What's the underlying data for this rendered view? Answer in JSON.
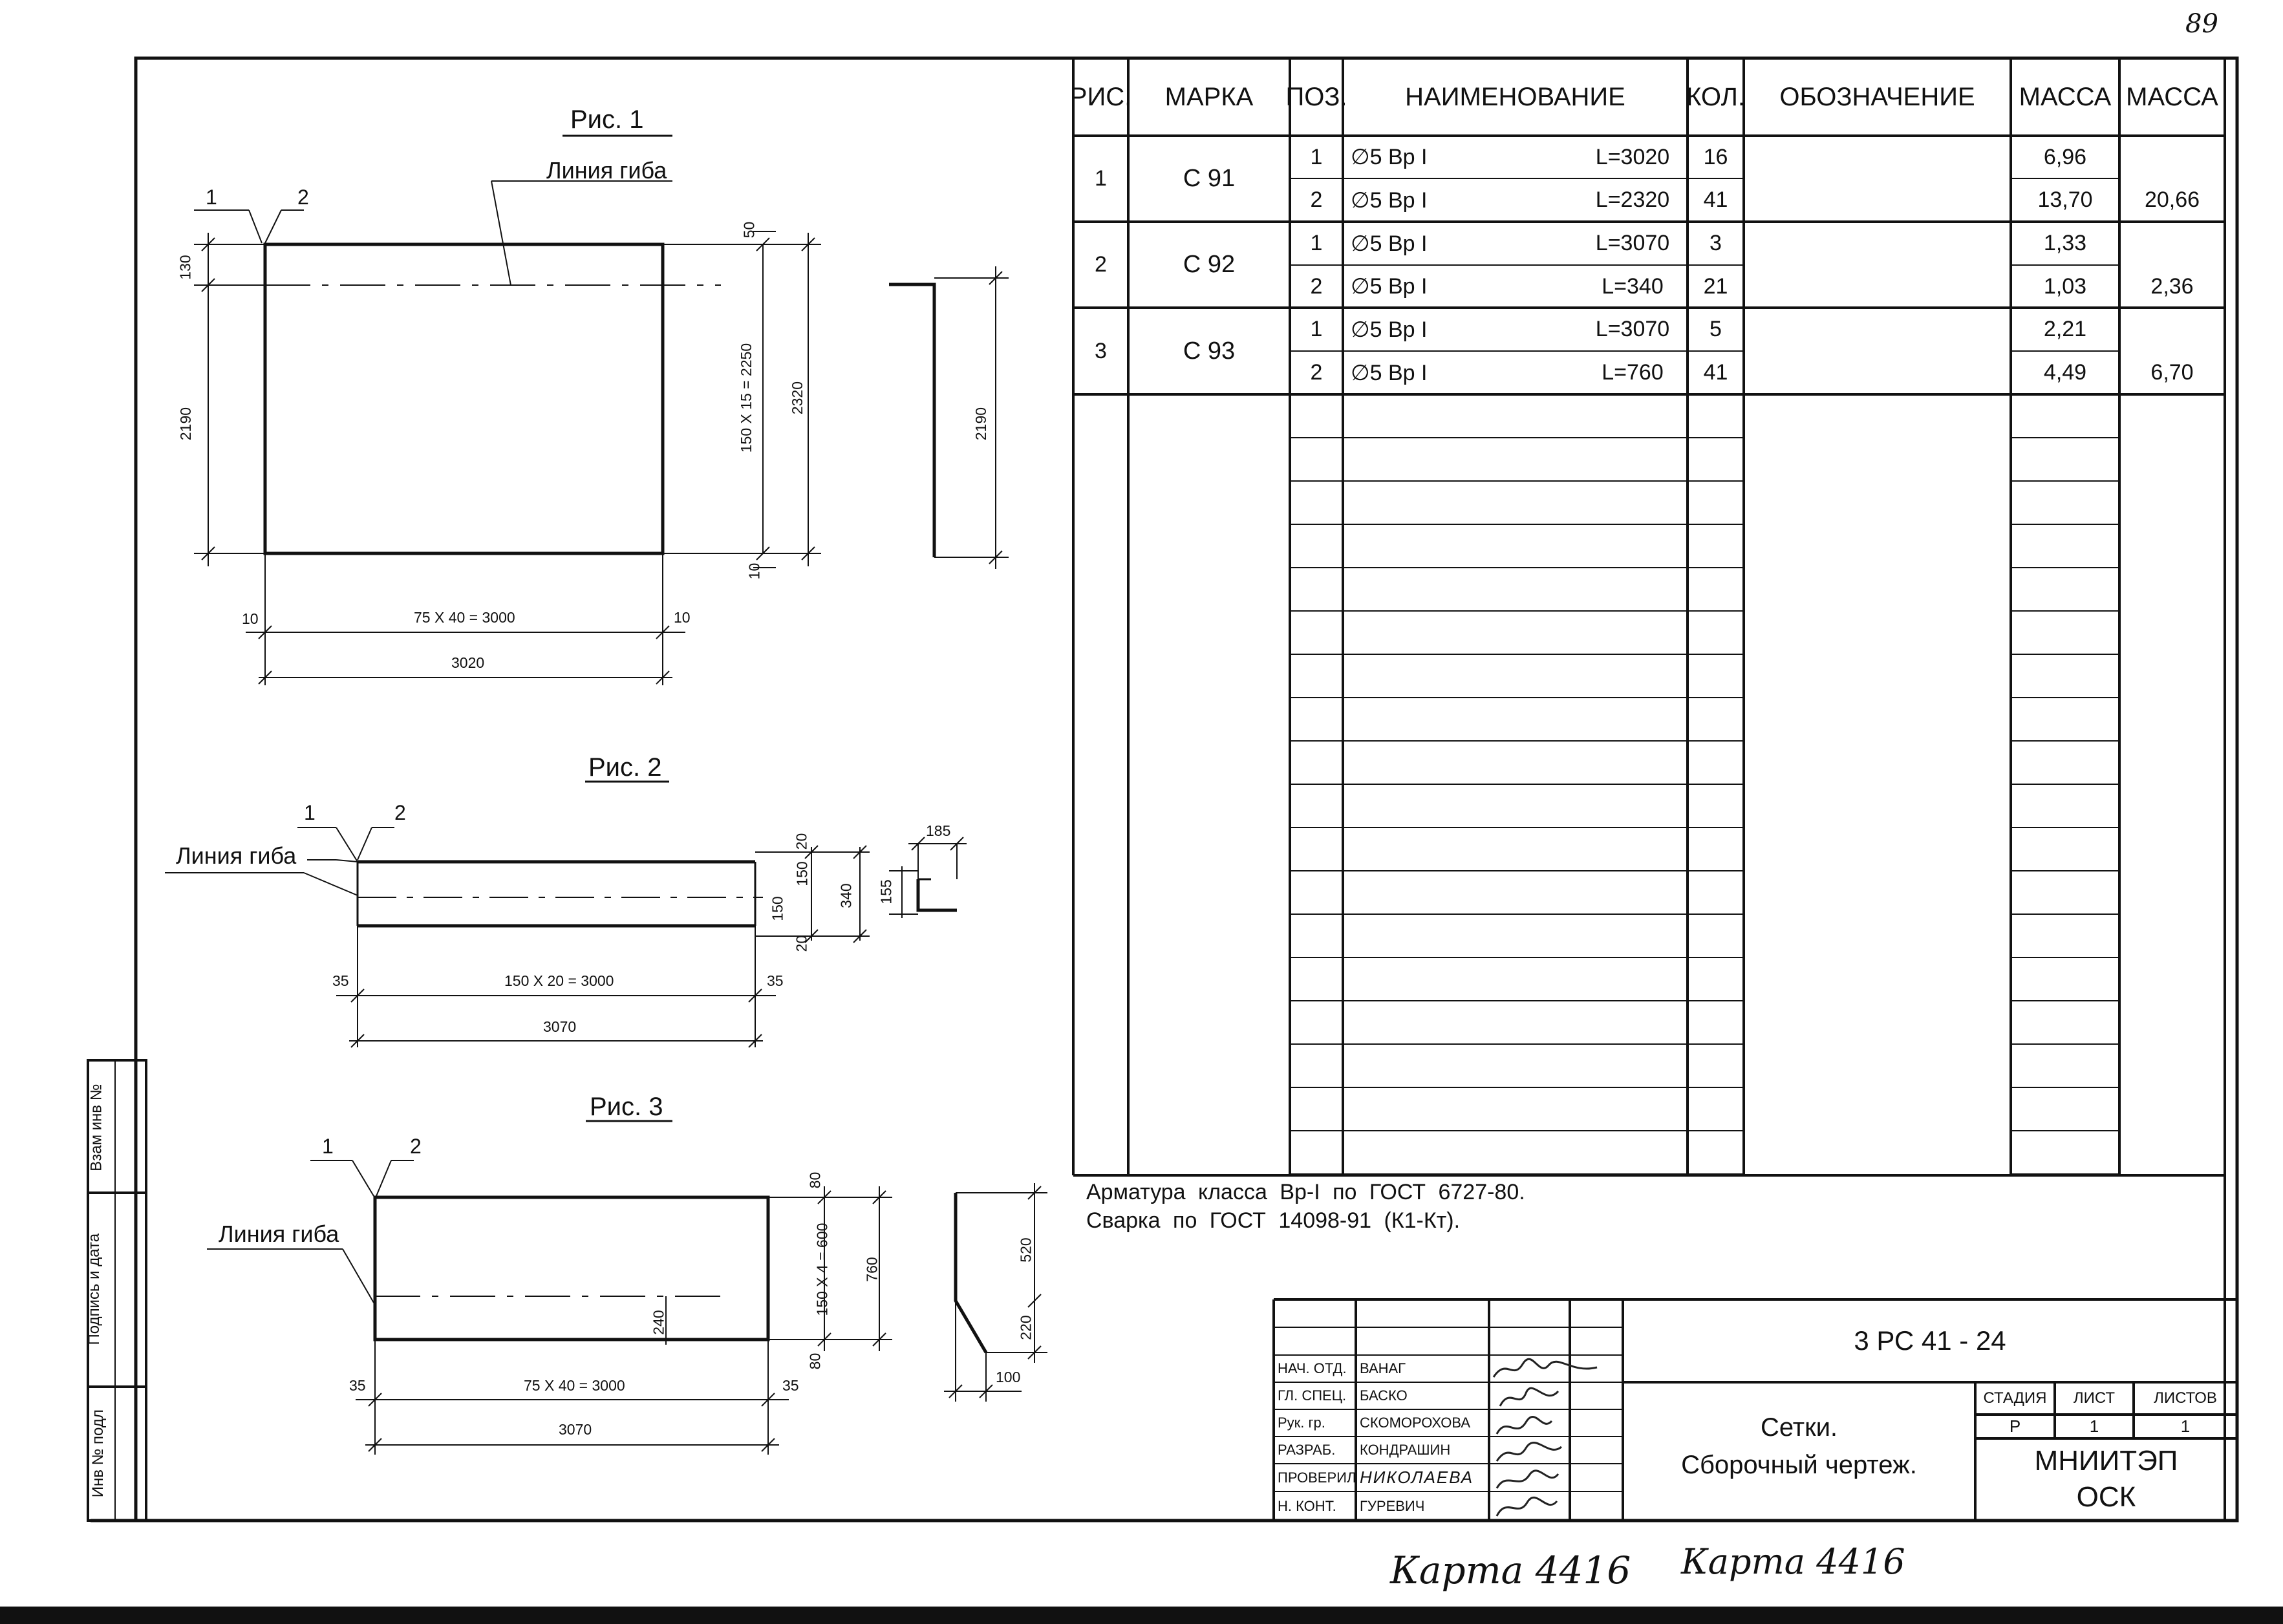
{
  "page_number": "89",
  "figures": {
    "fig1": {
      "title": "Рис. 1",
      "bend_label": "Линия гиба",
      "pos1": "1",
      "pos2": "2",
      "dims": {
        "d130": "130",
        "d2190_left": "2190",
        "d50": "50",
        "d_mesh_v": "150 X 15 = 2250",
        "d2320": "2320",
        "d10_v": "10",
        "d10_left": "10",
        "d_mesh_h": "75 X 40 = 3000",
        "d10_right": "10",
        "d3020": "3020",
        "d2190_side": "2190"
      }
    },
    "fig2": {
      "title": "Рис. 2",
      "bend_label": "Линия гиба",
      "pos1": "1",
      "pos2": "2",
      "dims": {
        "d20_top": "20",
        "d150_a": "150",
        "d150_b": "150",
        "d20_bot": "20",
        "d340": "340",
        "d155": "155",
        "d185": "185",
        "d35_left": "35",
        "d_mesh_h": "150 X 20 = 3000",
        "d35_right": "35",
        "d3070": "3070"
      }
    },
    "fig3": {
      "title": "Рис. 3",
      "bend_label": "Линия гиба",
      "pos1": "1",
      "pos2": "2",
      "dims": {
        "d80_top": "80",
        "d_mesh_v": "150 X 4 = 600",
        "d80_bot": "80",
        "d760": "760",
        "d240": "240",
        "d520": "520",
        "d220": "220",
        "d100": "100",
        "d35_left": "35",
        "d_mesh_h": "75 X 40 = 3000",
        "d35_right": "35",
        "d3070": "3070"
      }
    }
  },
  "spec_table": {
    "headers": [
      "РИС.",
      "МАРКА",
      "ПОЗ.",
      "НАИМЕНОВАНИЕ",
      "КОЛ.",
      "ОБОЗНАЧЕНИЕ",
      "МАССА",
      "МАССА"
    ],
    "groups": [
      {
        "fig": "1",
        "mark": "С 91",
        "total": "20,66",
        "rows": [
          {
            "pos": "1",
            "name": "∅5 Вр I",
            "length": "L=3020",
            "qty": "16",
            "mass": "6,96"
          },
          {
            "pos": "2",
            "name": "∅5 Вр I",
            "length": "L=2320",
            "qty": "41",
            "mass": "13,70"
          }
        ]
      },
      {
        "fig": "2",
        "mark": "С 92",
        "total": "2,36",
        "rows": [
          {
            "pos": "1",
            "name": "∅5 Вр I",
            "length": "L=3070",
            "qty": "3",
            "mass": "1,33"
          },
          {
            "pos": "2",
            "name": "∅5 Вр I",
            "length": "L=340",
            "qty": "21",
            "mass": "1,03"
          }
        ]
      },
      {
        "fig": "3",
        "mark": "С 93",
        "total": "6,70",
        "rows": [
          {
            "pos": "1",
            "name": "∅5 Вр I",
            "length": "L=3070",
            "qty": "5",
            "mass": "2,21"
          },
          {
            "pos": "2",
            "name": "∅5 Вр I",
            "length": "L=760",
            "qty": "41",
            "mass": "4,49"
          }
        ]
      }
    ]
  },
  "notes": [
    "Арматура класса Вр-I по ГОСТ 6727-80.",
    "Сварка по ГОСТ 14098-91 (К1-Кт)."
  ],
  "side_stamp": [
    "Взам инв №",
    "Подпись и дата",
    "Инв № подл"
  ],
  "title_block": {
    "code": "3 РС 41 - 24",
    "title_line1": "Сетки.",
    "title_line2": "Сборочный чертеж.",
    "stage_label": "СТАДИЯ",
    "sheet_label": "ЛИСТ",
    "sheets_label": "ЛИСТОВ",
    "stage": "Р",
    "sheet": "1",
    "sheets": "1",
    "org_line1": "МНИИТЭП",
    "org_line2": "ОСК",
    "people": [
      {
        "role": "НАЧ. ОТД.",
        "name": "ВАНАГ"
      },
      {
        "role": "ГЛ. СПЕЦ.",
        "name": "БАСКО"
      },
      {
        "role": "Рук. гр.",
        "name": "СКОМОРОХОВА"
      },
      {
        "role": "РАЗРАБ.",
        "name": "КОНДРАШИН"
      },
      {
        "role": "ПРОВЕРИЛ",
        "name": "НИКОЛАЕВА"
      },
      {
        "role": "Н. КОНТ.",
        "name": "ГУРЕВИЧ"
      }
    ]
  },
  "handwritten_bottom": [
    "Карта 4416",
    "Карта 4416"
  ]
}
